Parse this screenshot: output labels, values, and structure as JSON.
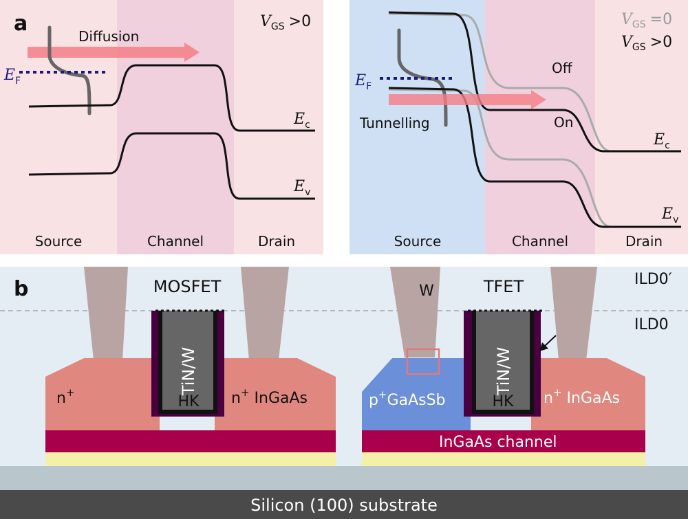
{
  "panel_a": {
    "label": "a",
    "left": {
      "vgs_var": "V",
      "vgs_sub": "GS",
      "vgs_cond": ">0",
      "diffusion": "Diffusion",
      "ef_var": "E",
      "ef_sub": "F",
      "ec_var": "E",
      "ec_sub": "c",
      "ev_var": "E",
      "ev_sub": "v",
      "regions": [
        "Source",
        "Channel",
        "Drain"
      ]
    },
    "right": {
      "vgs0_var": "V",
      "vgs0_sub": "GS",
      "vgs0_cond": "=0",
      "vgs1_var": "V",
      "vgs1_sub": "GS",
      "vgs1_cond": ">0",
      "off": "Off",
      "on": "On",
      "tunnelling": "Tunnelling",
      "ef_var": "E",
      "ef_sub": "F",
      "ec_var": "E",
      "ec_sub": "c",
      "ev_var": "E",
      "ev_sub": "v",
      "regions": [
        "Source",
        "Channel",
        "Drain"
      ]
    },
    "colors": {
      "source_pink": "#f8e2e4",
      "channel_pink": "#efd0dc",
      "drain_pink": "#f8e2e4",
      "source_blue": "#cfe0f5",
      "arrow": "#f47e86",
      "fermi": "#1a1a7a",
      "band_on": "#111111",
      "band_off": "#aaaaaa"
    }
  },
  "panel_b": {
    "label": "b",
    "mosfet": {
      "title": "MOSFET",
      "gate": "TiN/W",
      "hk": "HK",
      "n_left": "n",
      "n_left_sup": "+",
      "n_right": "n",
      "n_right_sup": "+",
      "n_right_suffix": " InGaAs"
    },
    "tfet": {
      "title": "TFET",
      "w": "W",
      "gate": "TiN/W",
      "hk": "HK",
      "p_left": "p",
      "p_left_sup": "+",
      "p_left_suffix": "GaAsSb",
      "n_right": "n",
      "n_right_sup": "+",
      "n_right_suffix": " InGaAs",
      "channel": "InGaAs channel"
    },
    "ild0_prime": "ILD0′",
    "ild0": "ILD0",
    "substrate": "Silicon (100) substrate",
    "colors": {
      "ild": "#e4ecf4",
      "contact": "#b9a4a4",
      "n_plus": "#e08880",
      "p_plus": "#6b8fd8",
      "channel": "#a8004a",
      "buffer": "#f4f0a8",
      "si_light": "#b9c6cc",
      "si_dark": "#4a4a4a",
      "gate": "#666666",
      "hk": "#4a0040"
    }
  }
}
